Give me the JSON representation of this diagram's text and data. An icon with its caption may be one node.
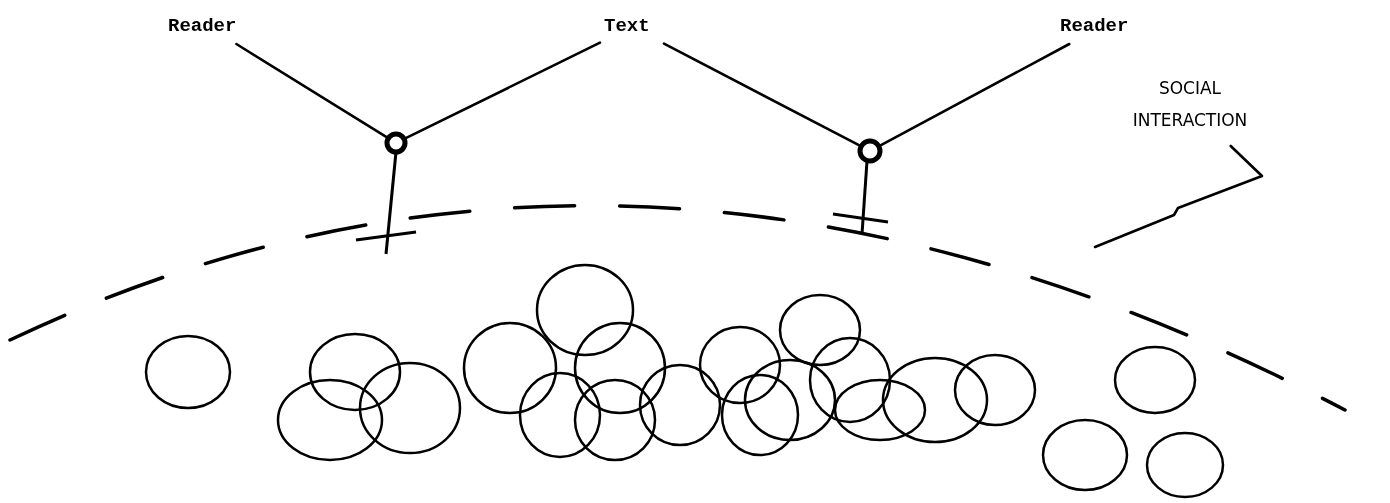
{
  "diagram": {
    "nodes": [
      {
        "text": [
          "Reader"
        ]
      },
      {
        "text": [
          "Text"
        ]
      },
      {
        "text": [
          "Reader"
        ]
      },
      {
        "text": [
          "SOCIAL INTERACTION"
        ]
      },
      {
        "text": [],
        "shape": "circle"
      },
      {
        "text": [],
        "shape": "circle"
      }
    ],
    "edges": [
      {
        "from": 0,
        "to": 4,
        "arrow": "none"
      },
      {
        "from": 1,
        "to": 4,
        "arrow": "none"
      },
      {
        "from": 1,
        "to": 5,
        "arrow": "none"
      },
      {
        "from": 2,
        "to": 5,
        "arrow": "none"
      },
      {
        "from": 3,
        "to": null,
        "arrow": "none"
      }
    ]
  }
}
